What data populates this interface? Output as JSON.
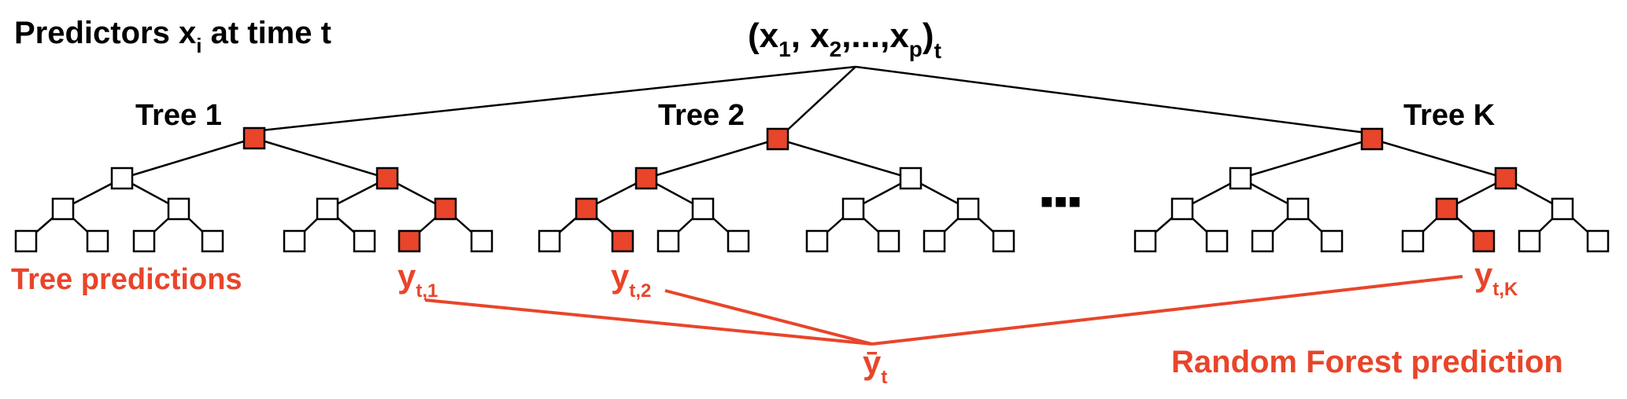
{
  "header": {
    "predictors_label": "Predictors x",
    "predictors_sub": "i",
    "predictors_tail": " at time t",
    "vector": {
      "open": "(x",
      "s1": "1",
      "sep1": ", x",
      "s2": "2",
      "mid": ",...,x",
      "sp": "p",
      "close": ")",
      "st": "t"
    }
  },
  "trees": [
    {
      "label": "Tree 1"
    },
    {
      "label": "Tree 2"
    },
    {
      "label": "Tree K"
    }
  ],
  "ellipsis": "■■■",
  "tree_predictions_label": "Tree predictions",
  "predictions": [
    {
      "base": "y",
      "sub": "t,1"
    },
    {
      "base": "y",
      "sub": "t,2"
    },
    {
      "base": "y",
      "sub": "t,K"
    }
  ],
  "aggregate": {
    "base": "ȳ",
    "sub": "t"
  },
  "random_forest_label": "Random Forest prediction",
  "colors": {
    "highlight": "#e8452a",
    "node_fill": "#ffffff",
    "text": "#000000"
  }
}
